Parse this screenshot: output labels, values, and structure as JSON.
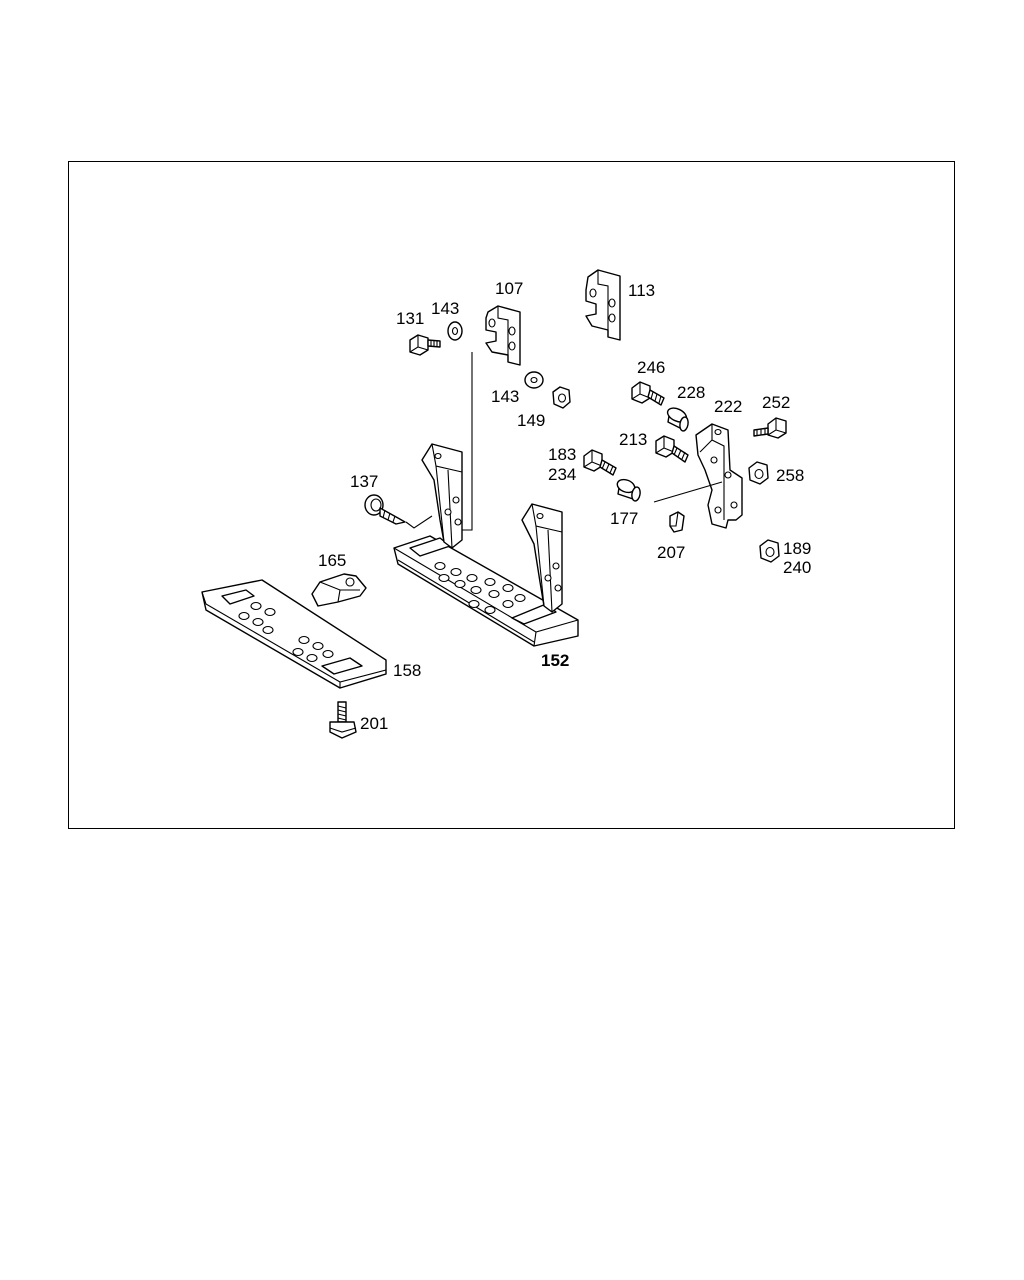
{
  "diagram": {
    "callouts": [
      {
        "id": "c107",
        "text": "107"
      },
      {
        "id": "c113",
        "text": "113"
      },
      {
        "id": "c131",
        "text": "131"
      },
      {
        "id": "c143a",
        "text": "143"
      },
      {
        "id": "c143b",
        "text": "143"
      },
      {
        "id": "c149",
        "text": "149"
      },
      {
        "id": "c246",
        "text": "246"
      },
      {
        "id": "c228",
        "text": "228"
      },
      {
        "id": "c222",
        "text": "222"
      },
      {
        "id": "c252",
        "text": "252"
      },
      {
        "id": "c213",
        "text": "213"
      },
      {
        "id": "c183",
        "text": "183"
      },
      {
        "id": "c234",
        "text": "234"
      },
      {
        "id": "c258",
        "text": "258"
      },
      {
        "id": "c137",
        "text": "137"
      },
      {
        "id": "c177",
        "text": "177"
      },
      {
        "id": "c207",
        "text": "207"
      },
      {
        "id": "c189",
        "text": "189"
      },
      {
        "id": "c240",
        "text": "240"
      },
      {
        "id": "c165",
        "text": "165"
      },
      {
        "id": "c152",
        "text": "152"
      },
      {
        "id": "c158",
        "text": "158"
      },
      {
        "id": "c201",
        "text": "201"
      }
    ]
  }
}
